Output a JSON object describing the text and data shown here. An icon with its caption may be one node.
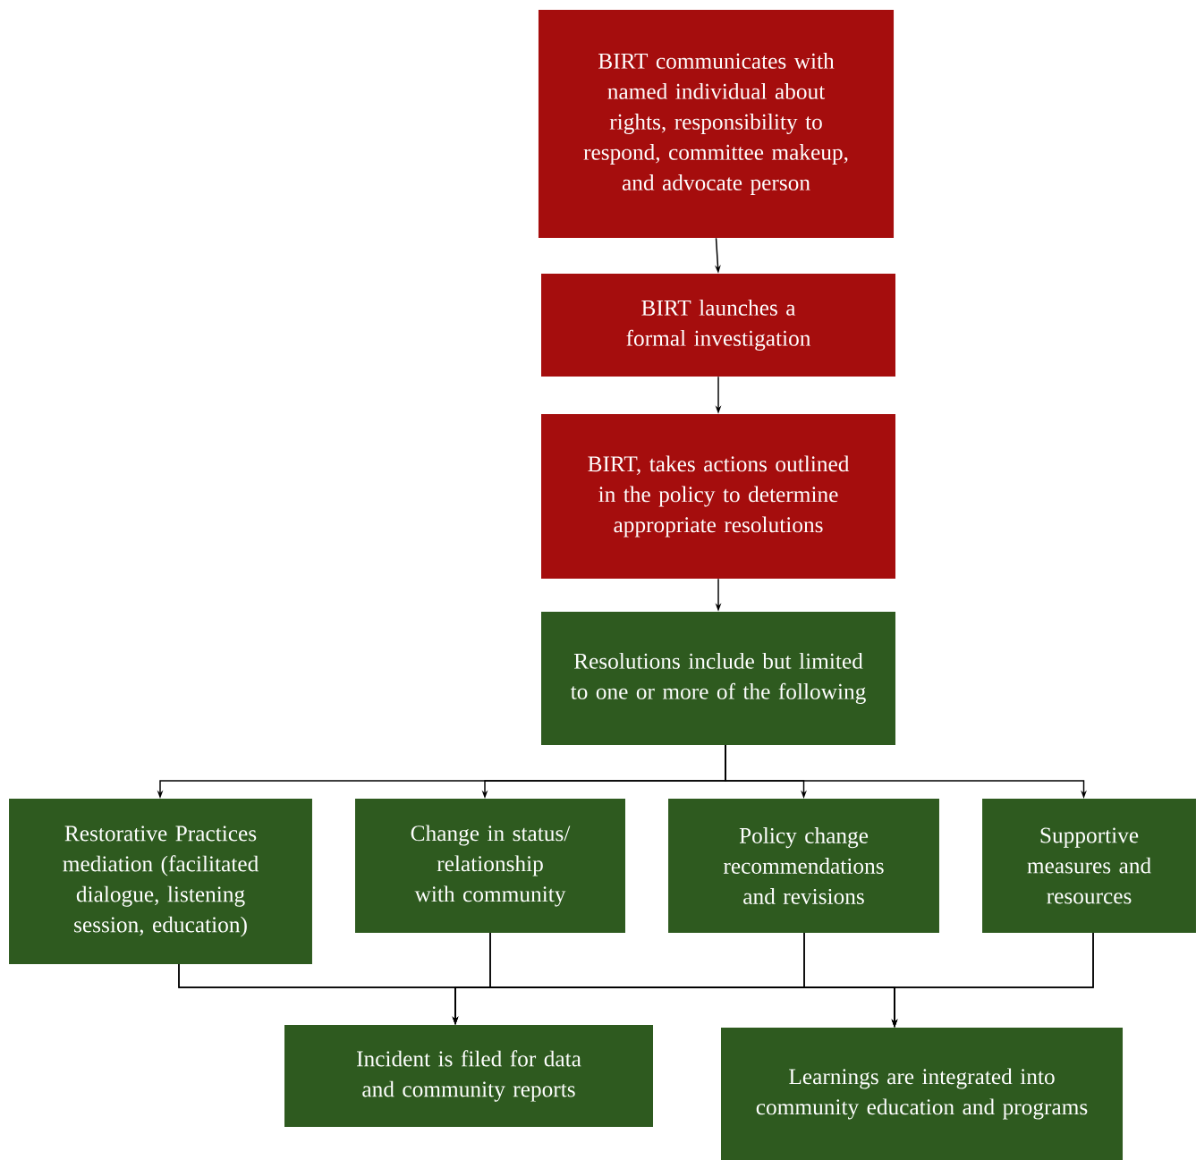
{
  "diagram": {
    "nodes": [
      {
        "text": [
          "BIRT communicates with named individual about rights, responsibility to respond, committee makeup, and advocate person"
        ]
      },
      {
        "text": [
          "BIRT launches a formal investigation"
        ]
      },
      {
        "text": [
          "BIRT, takes actions outlined in the policy to determine appropriate resolutions"
        ]
      },
      {
        "text": [
          "Resolutions include but limited to one or more of the following"
        ]
      },
      {
        "text": [
          "Restorative Practices mediation (facilitated dialogue, listening session, education)"
        ]
      },
      {
        "text": [
          "Change in status/ relationship with community"
        ]
      },
      {
        "text": [
          "Policy change recommendations and revisions"
        ]
      },
      {
        "text": [
          "Supportive measures and resources"
        ]
      },
      {
        "text": [
          "Incident is filed for data and community reports"
        ]
      },
      {
        "text": [
          "Learnings are integrated into community education and programs"
        ]
      }
    ],
    "edges": [
      {
        "from": 0,
        "to": 1,
        "arrow": "to"
      },
      {
        "from": 1,
        "to": 2,
        "arrow": "to"
      },
      {
        "from": 2,
        "to": 3,
        "arrow": "to"
      },
      {
        "from": 3,
        "to": 4,
        "arrow": "to"
      },
      {
        "from": 3,
        "to": 5,
        "arrow": "to"
      },
      {
        "from": 3,
        "to": 6,
        "arrow": "to"
      },
      {
        "from": 3,
        "to": 7,
        "arrow": "to"
      },
      {
        "from": 4,
        "to": 8,
        "arrow": "to"
      },
      {
        "from": 4,
        "to": 9,
        "arrow": "to"
      },
      {
        "from": 5,
        "to": 8,
        "arrow": "to"
      },
      {
        "from": 5,
        "to": 9,
        "arrow": "to"
      },
      {
        "from": 6,
        "to": 8,
        "arrow": "to"
      },
      {
        "from": 6,
        "to": 9,
        "arrow": "to"
      },
      {
        "from": 7,
        "to": 8,
        "arrow": "to"
      },
      {
        "from": 7,
        "to": 9,
        "arrow": "to"
      }
    ]
  }
}
